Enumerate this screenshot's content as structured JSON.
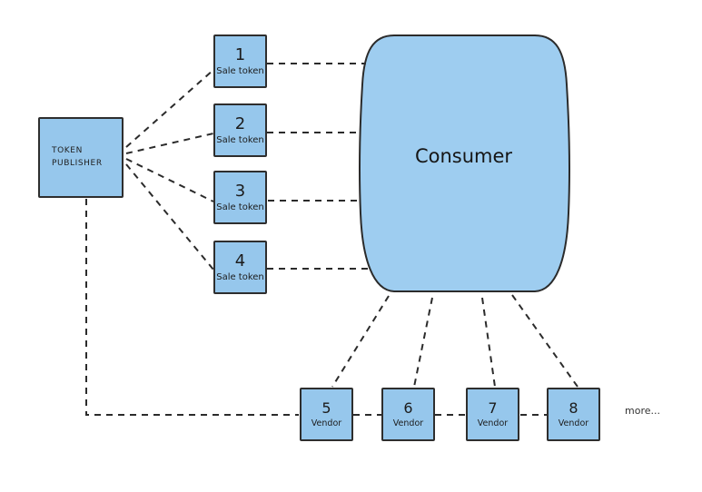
{
  "publisher": {
    "line1": "TOKEN",
    "line2": "PUBLISHER"
  },
  "sale_tokens": [
    {
      "number": "1",
      "label": "Sale token"
    },
    {
      "number": "2",
      "label": "Sale token"
    },
    {
      "number": "3",
      "label": "Sale token"
    },
    {
      "number": "4",
      "label": "Sale token"
    }
  ],
  "consumer": {
    "label": "Consumer"
  },
  "vendors": [
    {
      "number": "5",
      "label": "Vendor"
    },
    {
      "number": "6",
      "label": "Vendor"
    },
    {
      "number": "7",
      "label": "Vendor"
    },
    {
      "number": "8",
      "label": "Vendor"
    }
  ],
  "more_label": "more...",
  "colors": {
    "shape_fill": "#9ecdf0",
    "box_fill": "#96c7ec",
    "shape_stroke": "#2e2e2e",
    "connector": "#2b2b2b",
    "background": "#ffffff",
    "text": "#1f1f1f"
  }
}
